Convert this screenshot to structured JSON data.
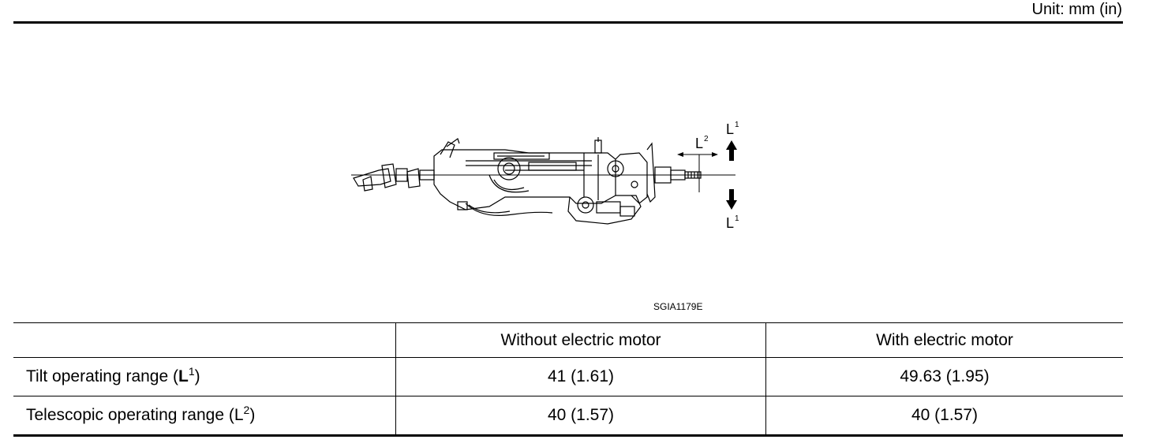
{
  "header": {
    "unit": "Unit: mm (in)"
  },
  "figure": {
    "code": "SGIA1179E",
    "labels": {
      "l1_base": "L",
      "l1_sup": "1",
      "l2_base": "L",
      "l2_sup": "2"
    }
  },
  "table": {
    "columns": [
      "",
      "Without electric motor",
      "With electric motor"
    ],
    "rows": [
      {
        "label_prefix": "Tilt operating range (",
        "label_symbol": "L",
        "label_sup": "1",
        "label_suffix": ")",
        "without_motor": "41 (1.61)",
        "with_motor": "49.63 (1.95)"
      },
      {
        "label_prefix": "Telescopic operating range (",
        "label_symbol": "L",
        "label_sup": "2",
        "label_suffix": ")",
        "without_motor": "40 (1.57)",
        "with_motor": "40 (1.57)"
      }
    ]
  }
}
